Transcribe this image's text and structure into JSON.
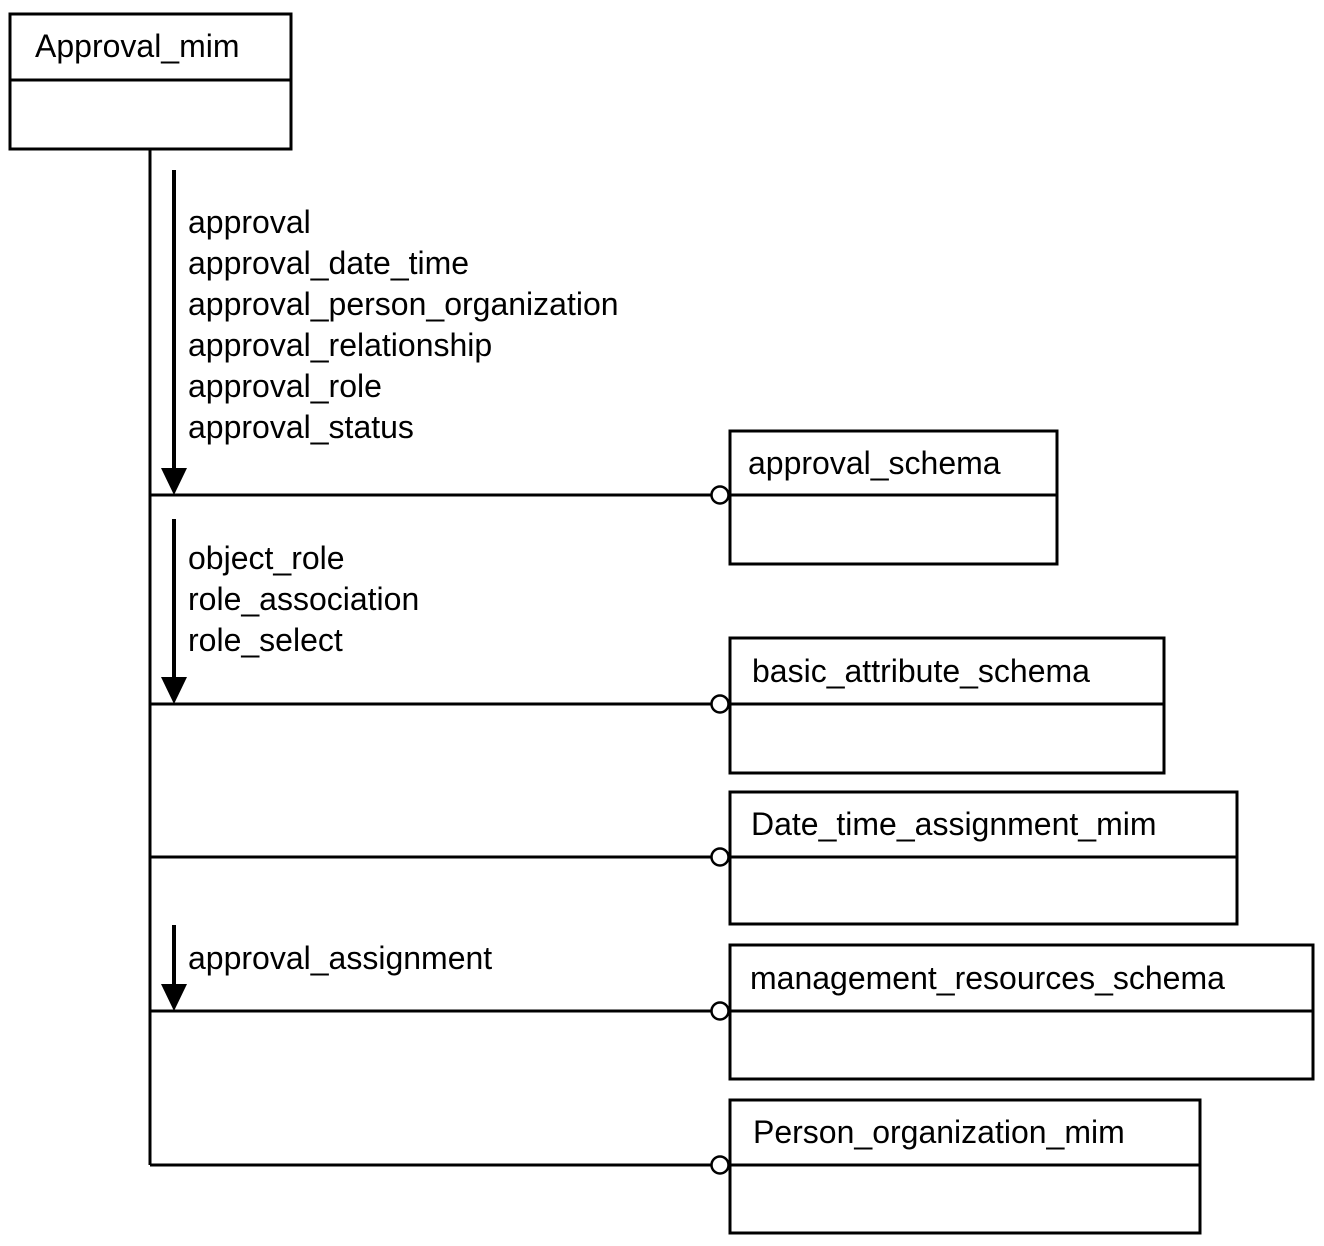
{
  "main_schema": {
    "name": "Approval_mim"
  },
  "schemas": [
    {
      "name": "approval_schema"
    },
    {
      "name": "basic_attribute_schema"
    },
    {
      "name": "Date_time_assignment_mim"
    },
    {
      "name": "management_resources_schema"
    },
    {
      "name": "Person_organization_mim"
    }
  ],
  "interfaces": [
    {
      "entities": [
        "approval",
        "approval_date_time",
        "approval_person_organization",
        "approval_relationship",
        "approval_role",
        "approval_status"
      ]
    },
    {
      "entities": [
        "object_role",
        "role_association",
        "role_select"
      ]
    },
    {
      "entities": [
        "approval_assignment"
      ]
    }
  ]
}
